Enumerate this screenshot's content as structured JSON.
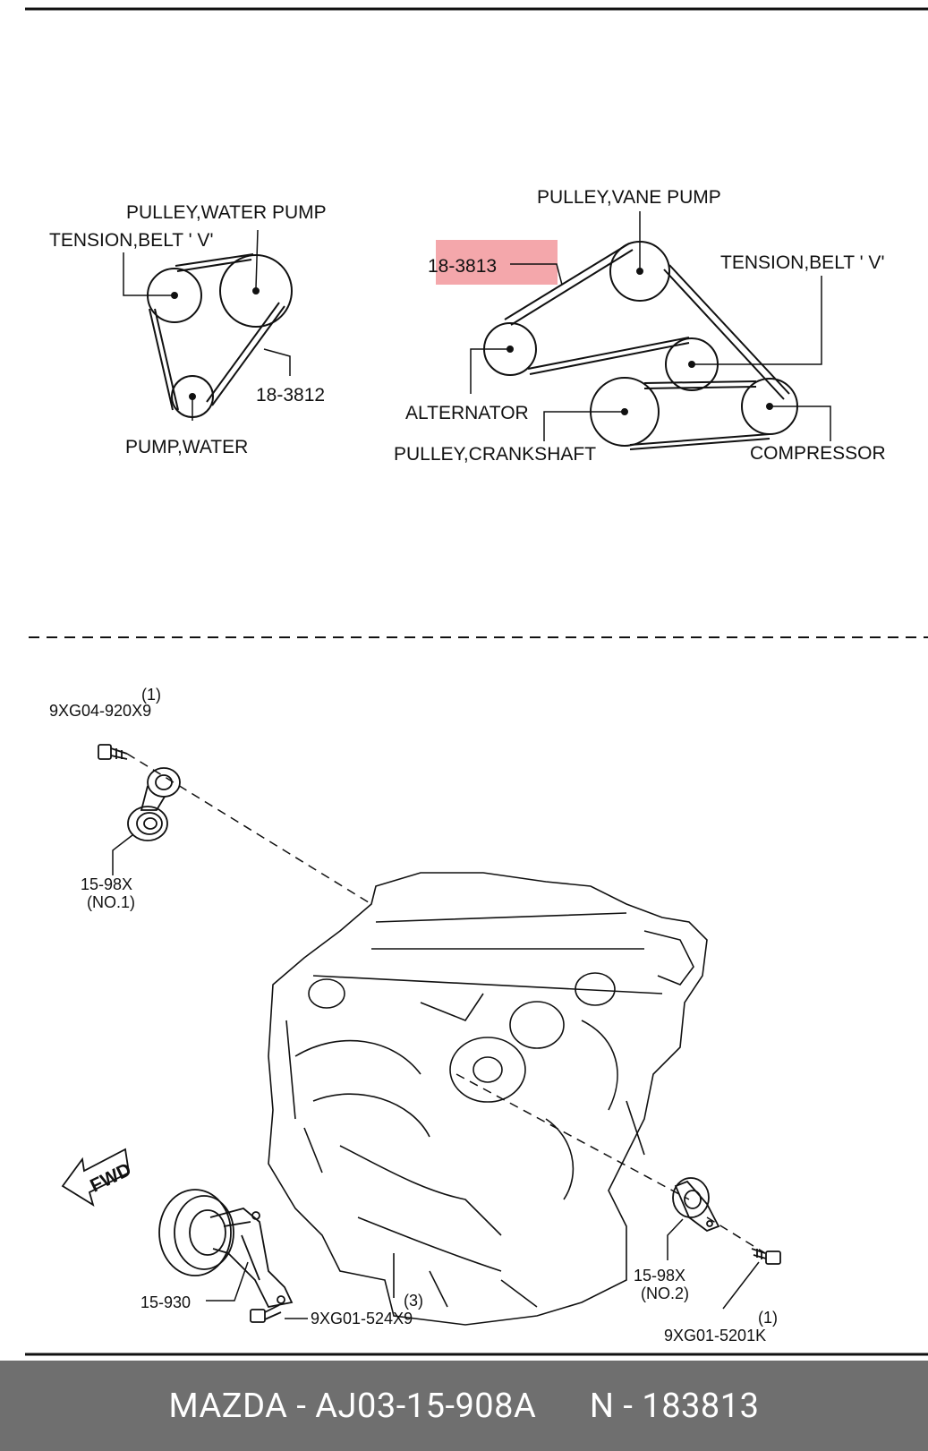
{
  "diagram": {
    "left": {
      "label_water_pump_pulley": "PULLEY,WATER PUMP",
      "label_tension": "TENSION,BELT ' V'",
      "label_belt": "18-3812",
      "label_water_pump": "PUMP,WATER"
    },
    "right": {
      "label_vane_pump": "PULLEY,VANE PUMP",
      "label_belt_highlight": "18-3813",
      "label_tension": "TENSION,BELT ' V'",
      "label_alternator": "ALTERNATOR",
      "label_crankshaft": "PULLEY,CRANKSHAFT",
      "label_compressor": "COMPRESSOR"
    },
    "exploded": {
      "bolt_top_qty": "(1)",
      "bolt_top": "9XG04-920X9",
      "tensioner_1": "15-98X",
      "tensioner_1_note": "(NO.1)",
      "fwd": "FWD",
      "pulley": "15-930",
      "bolt_bottom_qty": "(3)",
      "bolt_bottom": "9XG01-524X9",
      "tensioner_2": "15-98X",
      "tensioner_2_note": "(NO.2)",
      "bolt_right_qty": "(1)",
      "bolt_right": "9XG01-5201K"
    },
    "highlight_color": "#f4a7ab"
  },
  "footer": {
    "part": "MAZDA - AJ03-15-908A",
    "number": "N - 183813"
  }
}
